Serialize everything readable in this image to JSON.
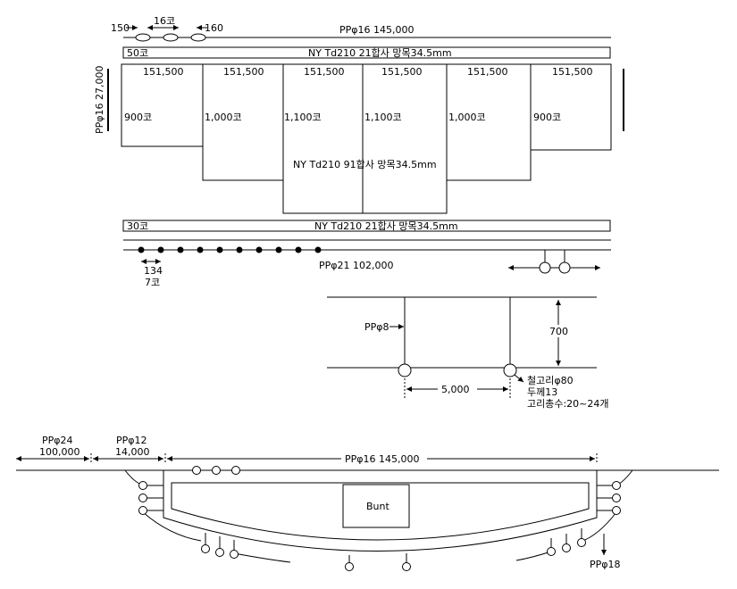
{
  "top": {
    "dim_150": "150",
    "dim_16ko": "16코",
    "dim_160": "160",
    "rope_top": "PPφ16  145,000",
    "net_top_ko": "50코",
    "net_top_label": "NY Td210 21합사 망목34.5mm",
    "side_label": "PPφ16  27,000",
    "panels": [
      {
        "len": "151,500",
        "mesh": "900코"
      },
      {
        "len": "151,500",
        "mesh": "1,000코"
      },
      {
        "len": "151,500",
        "mesh": "1,100코"
      },
      {
        "len": "151,500",
        "mesh": "1,100코"
      },
      {
        "len": "151,500",
        "mesh": "1,000코"
      },
      {
        "len": "151,500",
        "mesh": "900코"
      }
    ],
    "bunt_label": "NY Td210 91합사 망목34.5mm",
    "net_bottom_ko": "30코",
    "net_bottom_label": "NY Td210 21합사 망목34.5mm",
    "dim_134": "134",
    "dim_7ko": "7코",
    "rope_bottom": "PPφ21 102,000"
  },
  "ring_detail": {
    "pp8": "PPφ8",
    "height": "700",
    "spacing": "5,000",
    "ring_line1": "철고리φ80",
    "ring_line2": "두께13",
    "ring_line3": "고리총수:20~24개"
  },
  "bottom": {
    "pp24_a": "PPφ24",
    "pp24_b": "100,000",
    "pp12_a": "PPφ12",
    "pp12_b": "14,000",
    "pp16": "PPφ16  145,000",
    "bunt": "Bunt",
    "pp18": "PPφ18"
  }
}
